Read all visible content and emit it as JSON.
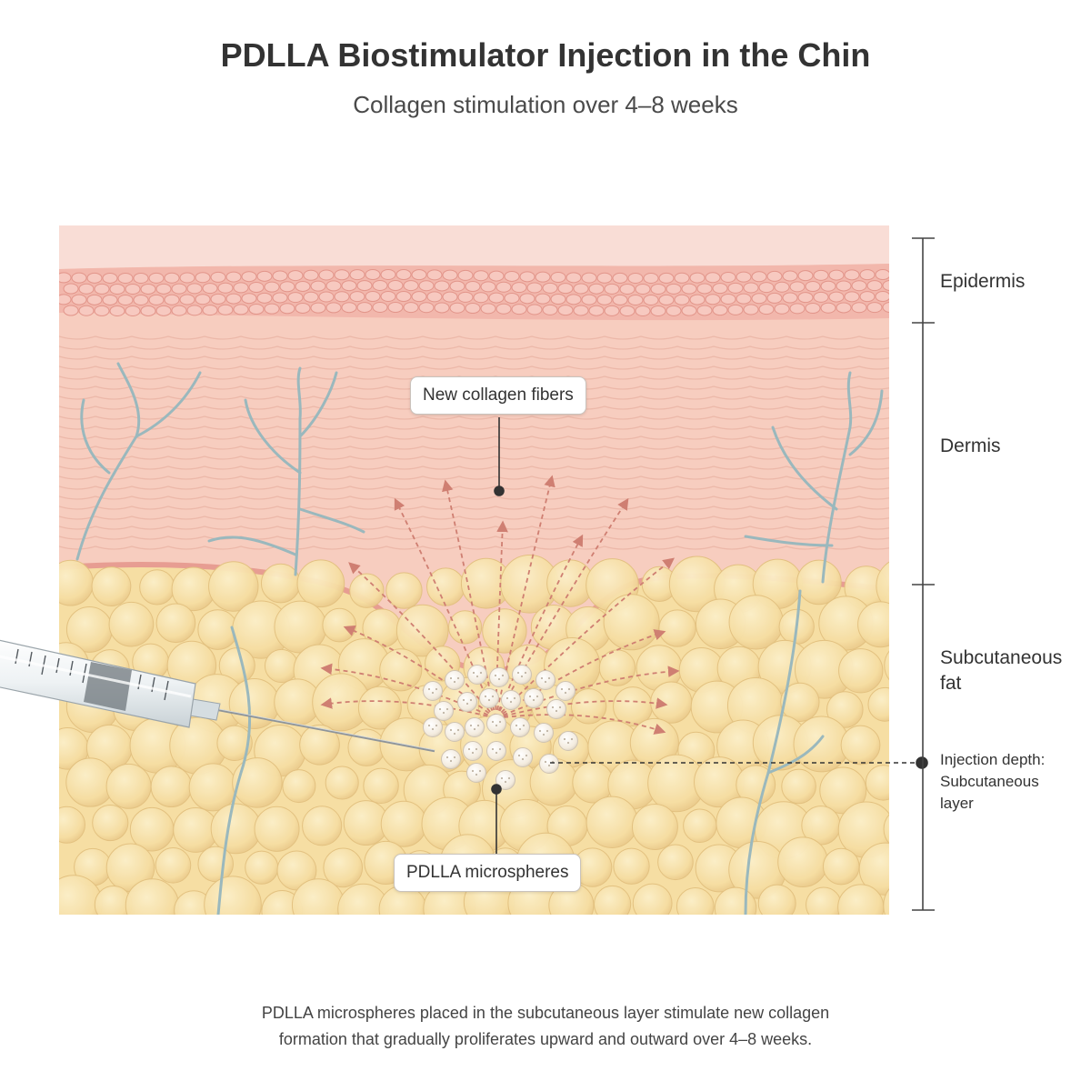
{
  "header": {
    "title": "PDLLA Biostimulator Injection in the Chin",
    "subtitle": "Collagen stimulation over 4–8 weeks"
  },
  "layers": {
    "epidermis": "Epidermis",
    "dermis": "Dermis",
    "subcutaneous_line1": "Subcutaneous",
    "subcutaneous_line2": "fat"
  },
  "annotations": {
    "collagen": "New collagen fibers",
    "microspheres": "PDLLA microspheres",
    "depth_line1": "Injection depth:",
    "depth_line2": "Subcutaneous",
    "depth_line3": "layer"
  },
  "caption": {
    "line1": "PDLLA microspheres placed in the subcutaneous layer stimulate new collagen",
    "line2": "formation that gradually proliferates upward and outward over 4–8 weeks."
  },
  "colors": {
    "stratum": "#f6d2cb",
    "epidermis_cells": "#f2b7ac",
    "dermis": "#f7cdbf",
    "fat": "#f6dea3",
    "fat_cells": "#f9e6b4",
    "vessel": "#9ab8bd",
    "arrow": "#cf7f72",
    "microsphere": "#fbf5ec",
    "scale_line": "#444444"
  },
  "icons": [
    "syringe-icon",
    "microsphere-icon",
    "blood-vessel-icon",
    "arrow-icon"
  ]
}
